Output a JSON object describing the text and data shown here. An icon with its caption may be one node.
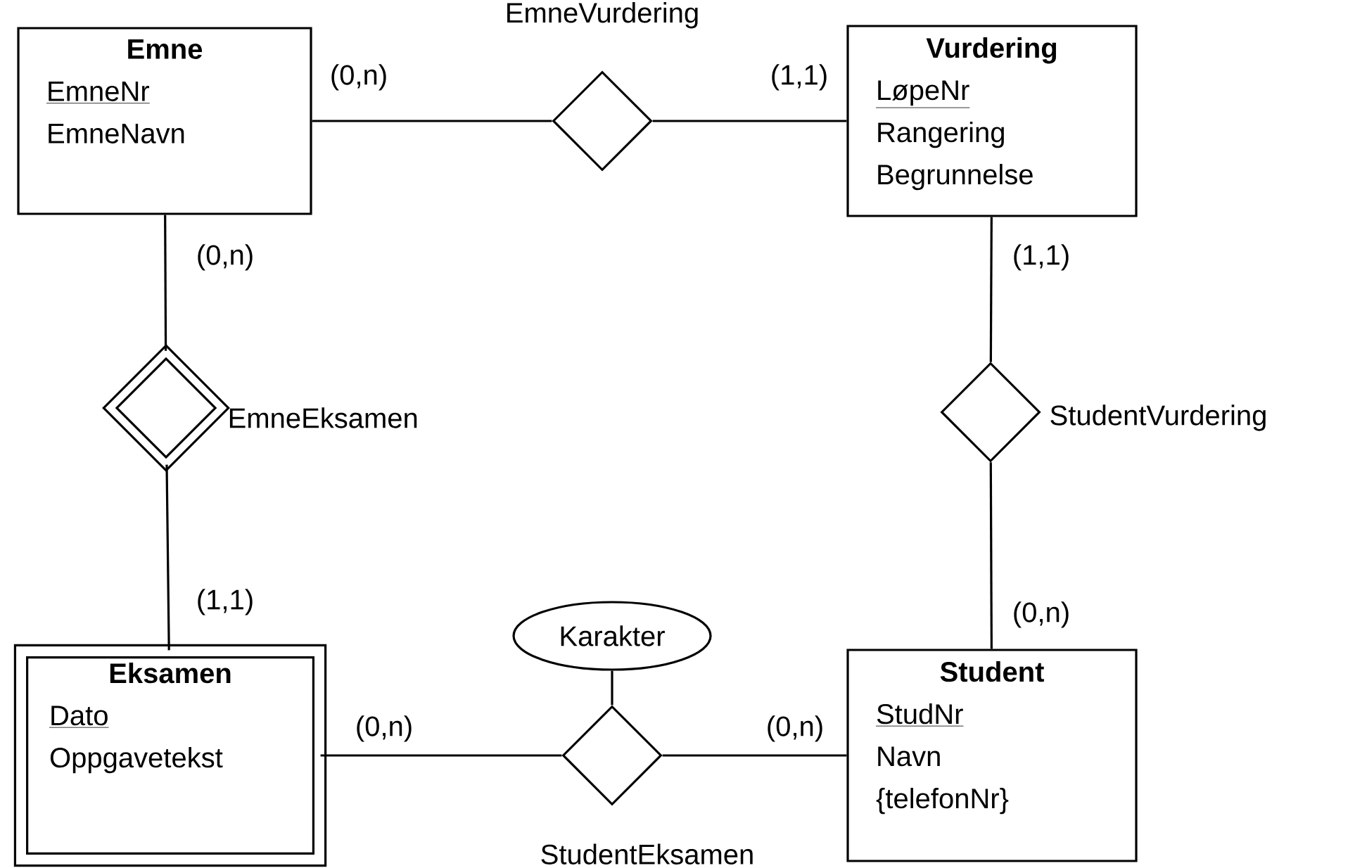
{
  "diagram": {
    "nodes": [
      {
        "text": [
          "Emne",
          "EmneNr",
          "EmneNavn"
        ]
      },
      {
        "text": [
          "EmneVurdering"
        ]
      },
      {
        "text": [
          "Vurdering",
          "LøpeNr",
          "Rangering",
          "Begrunnelse"
        ]
      },
      {
        "text": [
          "EmneEksamen"
        ]
      },
      {
        "text": [
          "StudentVurdering"
        ]
      },
      {
        "text": [
          "Karakter"
        ]
      },
      {
        "text": [
          "Eksamen",
          "Dato",
          "Oppgavetekst"
        ]
      },
      {
        "text": [
          "StudentEksamen"
        ]
      },
      {
        "text": [
          "Student",
          "StudNr",
          "Navn",
          "{telefonNr}"
        ]
      }
    ],
    "edges": [
      {
        "from": 0,
        "to": 1,
        "arrow": "none",
        "label": "(0,n)"
      },
      {
        "from": 1,
        "to": 2,
        "arrow": "none",
        "label": "(1,1)"
      },
      {
        "from": 0,
        "to": 3,
        "arrow": "none",
        "label": "(0,n)"
      },
      {
        "from": 3,
        "to": 6,
        "arrow": "none",
        "label": "(1,1)"
      },
      {
        "from": 2,
        "to": 4,
        "arrow": "none",
        "label": "(1,1)"
      },
      {
        "from": 4,
        "to": 8,
        "arrow": "none",
        "label": "(0,n)"
      },
      {
        "from": 6,
        "to": 7,
        "arrow": "none",
        "label": "(0,n)"
      },
      {
        "from": 7,
        "to": 8,
        "arrow": "none",
        "label": "(0,n)"
      },
      {
        "from": 5,
        "to": 7,
        "arrow": "none"
      }
    ]
  }
}
